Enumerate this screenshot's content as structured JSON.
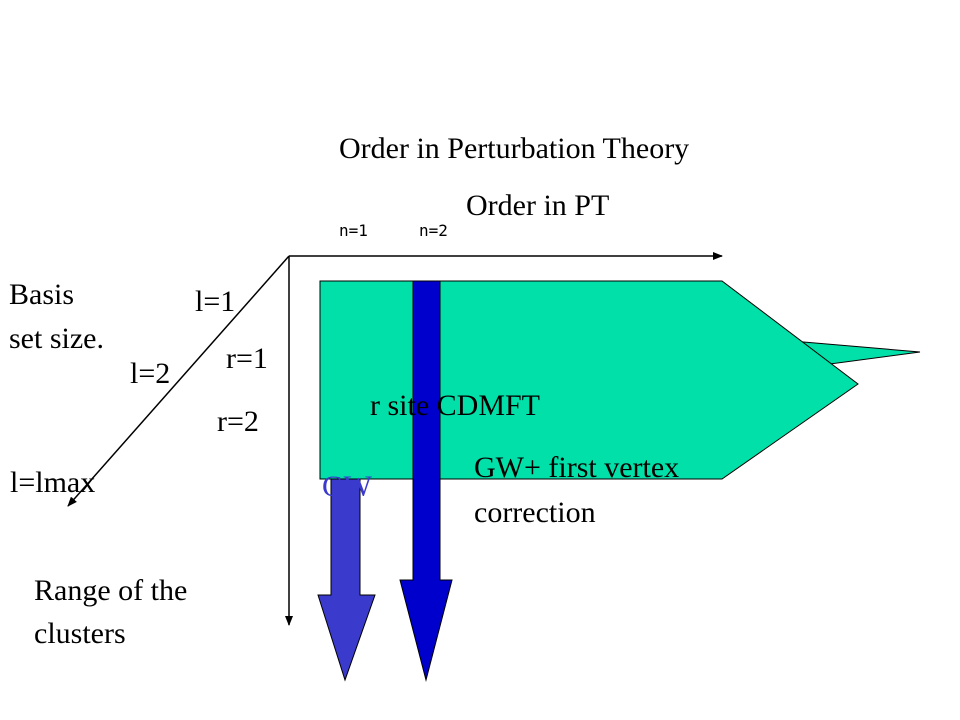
{
  "title": "Order in Perturbation Theory",
  "subtitle": "Order in PT",
  "n_labels": [
    "n=1",
    "n=2"
  ],
  "basis": {
    "line1": "Basis",
    "line2": "set size."
  },
  "l_labels": [
    "l=1",
    "l=2",
    "l=lmax"
  ],
  "r_labels": [
    "r=1",
    "r=2"
  ],
  "cdmft_label": "r site CDMFT",
  "gw_label": "GW",
  "gw_vertex": {
    "line1": "GW+ first vertex",
    "line2": "correction"
  },
  "range": {
    "line1": "Range of the",
    "line2": "clusters"
  },
  "colors": {
    "teal": "#00e0a8",
    "arrow_blue": "#0000cc",
    "arrow_gw": "#3a3acc",
    "axis": "#000000"
  }
}
